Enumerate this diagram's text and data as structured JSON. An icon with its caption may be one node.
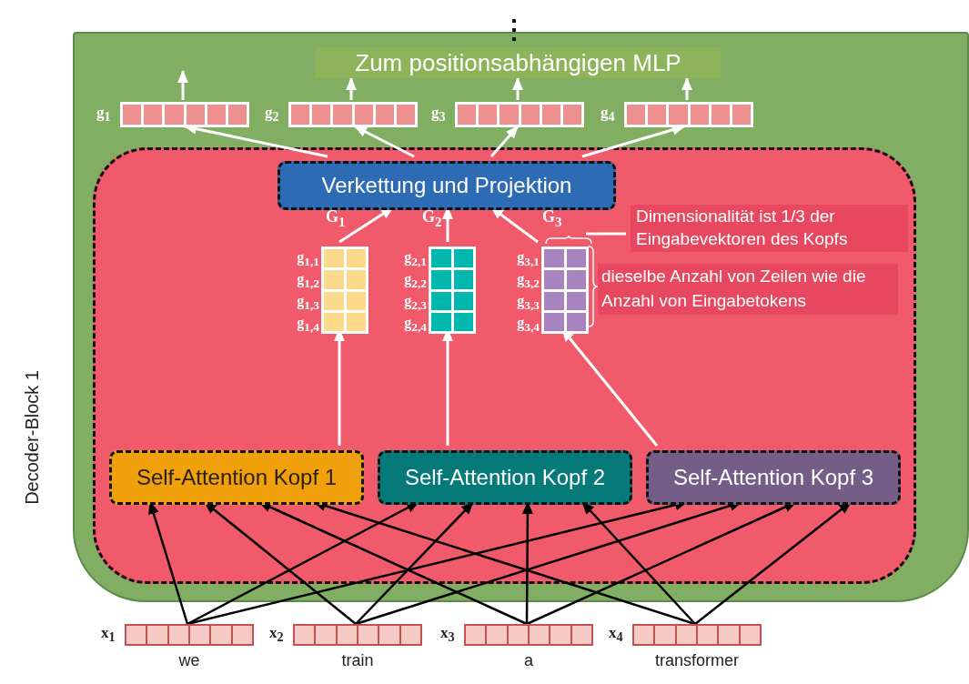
{
  "diagram": {
    "nodes": [
      {
        "text": [
          "Decoder-Block 1"
        ]
      },
      {
        "text": [],
        "shape": "box",
        "in": 0
      },
      {
        "text": [
          "g$_{1}$"
        ],
        "in": 0
      },
      {
        "text": [
          "g$_{2}$"
        ],
        "in": 0
      },
      {
        "text": [
          "g$_{3}$"
        ],
        "in": 0
      },
      {
        "text": [
          "g$_{4}$"
        ],
        "in": 0
      },
      {
        "text": [
          "Verkettung und Projektion"
        ],
        "in": 1
      },
      {
        "text": [
          "g$_{1,1}$",
          "g$_{1,2}$",
          "g$_{1,3}$",
          "g$_{1,4}$"
        ],
        "in": 1
      },
      {
        "text": [
          "g$_{2,1}$",
          "g$_{2,2}$",
          "g$_{2,3}$",
          "g$_{2,4}$"
        ],
        "in": 1
      },
      {
        "text": [
          "g$_{3,1}$",
          "g$_{3,2}$",
          "g$_{3,3}$",
          "g$_{3,4}$"
        ],
        "in": 1
      },
      {
        "text": [
          "Self-Attention Kopf 3"
        ],
        "in": 1
      },
      {
        "text": [
          "Self-Attention Kopf 2"
        ],
        "in": 1
      },
      {
        "text": [
          "Self-Attention Kopf 1"
        ],
        "in": 1
      },
      {
        "text": [
          "x$_{1}$"
        ],
        "beside": [
          "we"
        ]
      },
      {
        "text": [
          "x$_{2}$"
        ],
        "beside": [
          "train"
        ]
      },
      {
        "text": [
          "x$_{3}$"
        ],
        "beside": [
          "a"
        ]
      },
      {
        "text": [
          "x$_{4}$"
        ],
        "beside": [
          "transformer"
        ]
      },
      {
        "text": [
          "Dimensionalität ist 1/3 der Eingabevektoren des Kopfs"
        ],
        "in": 1
      },
      {
        "text": [
          "Zum positionsabhängigen MLP"
        ],
        "in": 0
      },
      {
        "text": [
          "dieselbe Anzahl von Zeilen wie die Anzahl von Eingabetokens"
        ],
        "in": 1
      },
      {
        "text": [],
        "shape": "brace",
        "in": 1
      }
    ],
    "edges": [
      {
        "from": 2,
        "to": null,
        "arrow": "to"
      },
      {
        "from": 3,
        "to": 18,
        "arrow": "to"
      },
      {
        "from": 4,
        "to": 18,
        "arrow": "to"
      },
      {
        "from": 5,
        "to": 18,
        "arrow": "to"
      },
      {
        "from": 6,
        "to": 2,
        "arrow": "to"
      },
      {
        "from": 6,
        "to": 3,
        "arrow": "to"
      },
      {
        "from": 6,
        "to": 4,
        "arrow": "to"
      },
      {
        "from": 6,
        "to": 5,
        "arrow": "to"
      },
      {
        "from": 7,
        "to": 6,
        "arrow": "to",
        "label": "G$_{1}$"
      },
      {
        "from": 8,
        "to": 6,
        "arrow": "to",
        "label": "G$_{2}$"
      },
      {
        "from": 9,
        "to": 6,
        "arrow": "to",
        "label": "G$_{3}$"
      },
      {
        "from": 12,
        "to": 7,
        "arrow": "to"
      },
      {
        "from": 11,
        "to": 8,
        "arrow": "to"
      },
      {
        "from": 10,
        "to": 9,
        "arrow": "to"
      },
      {
        "from": 13,
        "to": 12,
        "arrow": "to",
        "color": "#000000"
      },
      {
        "from": 13,
        "to": 11,
        "arrow": "to",
        "color": "#000000"
      },
      {
        "from": 13,
        "to": 10,
        "arrow": "to",
        "color": "#000000"
      },
      {
        "from": 14,
        "to": 12,
        "arrow": "to",
        "color": "#000000"
      },
      {
        "from": 14,
        "to": 11,
        "arrow": "to",
        "color": "#000000"
      },
      {
        "from": 14,
        "to": 10,
        "arrow": "to",
        "color": "#000000"
      },
      {
        "from": 15,
        "to": 12,
        "arrow": "to",
        "color": "#000000"
      },
      {
        "from": 15,
        "to": 11,
        "arrow": "to",
        "color": "#000000"
      },
      {
        "from": 15,
        "to": 10,
        "arrow": "to",
        "color": "#000000"
      },
      {
        "from": 16,
        "to": 12,
        "arrow": "to",
        "color": "#000000"
      },
      {
        "from": 16,
        "to": 11,
        "arrow": "to",
        "color": "#000000"
      },
      {
        "from": 16,
        "to": 10,
        "arrow": "to",
        "color": "#000000"
      },
      {
        "from": 17,
        "to": 20,
        "arrow": "none"
      }
    ]
  }
}
